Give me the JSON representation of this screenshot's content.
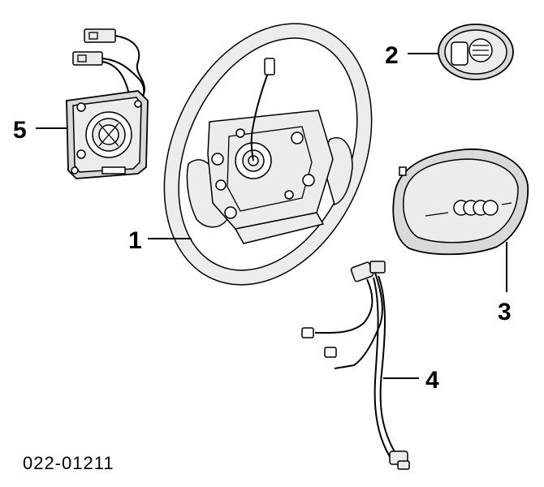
{
  "callouts": {
    "steering_wheel": "1",
    "horn_button": "2",
    "airbag_module": "3",
    "wiring_harness": "4",
    "clock_spring": "5"
  },
  "part_number": "022-01211"
}
